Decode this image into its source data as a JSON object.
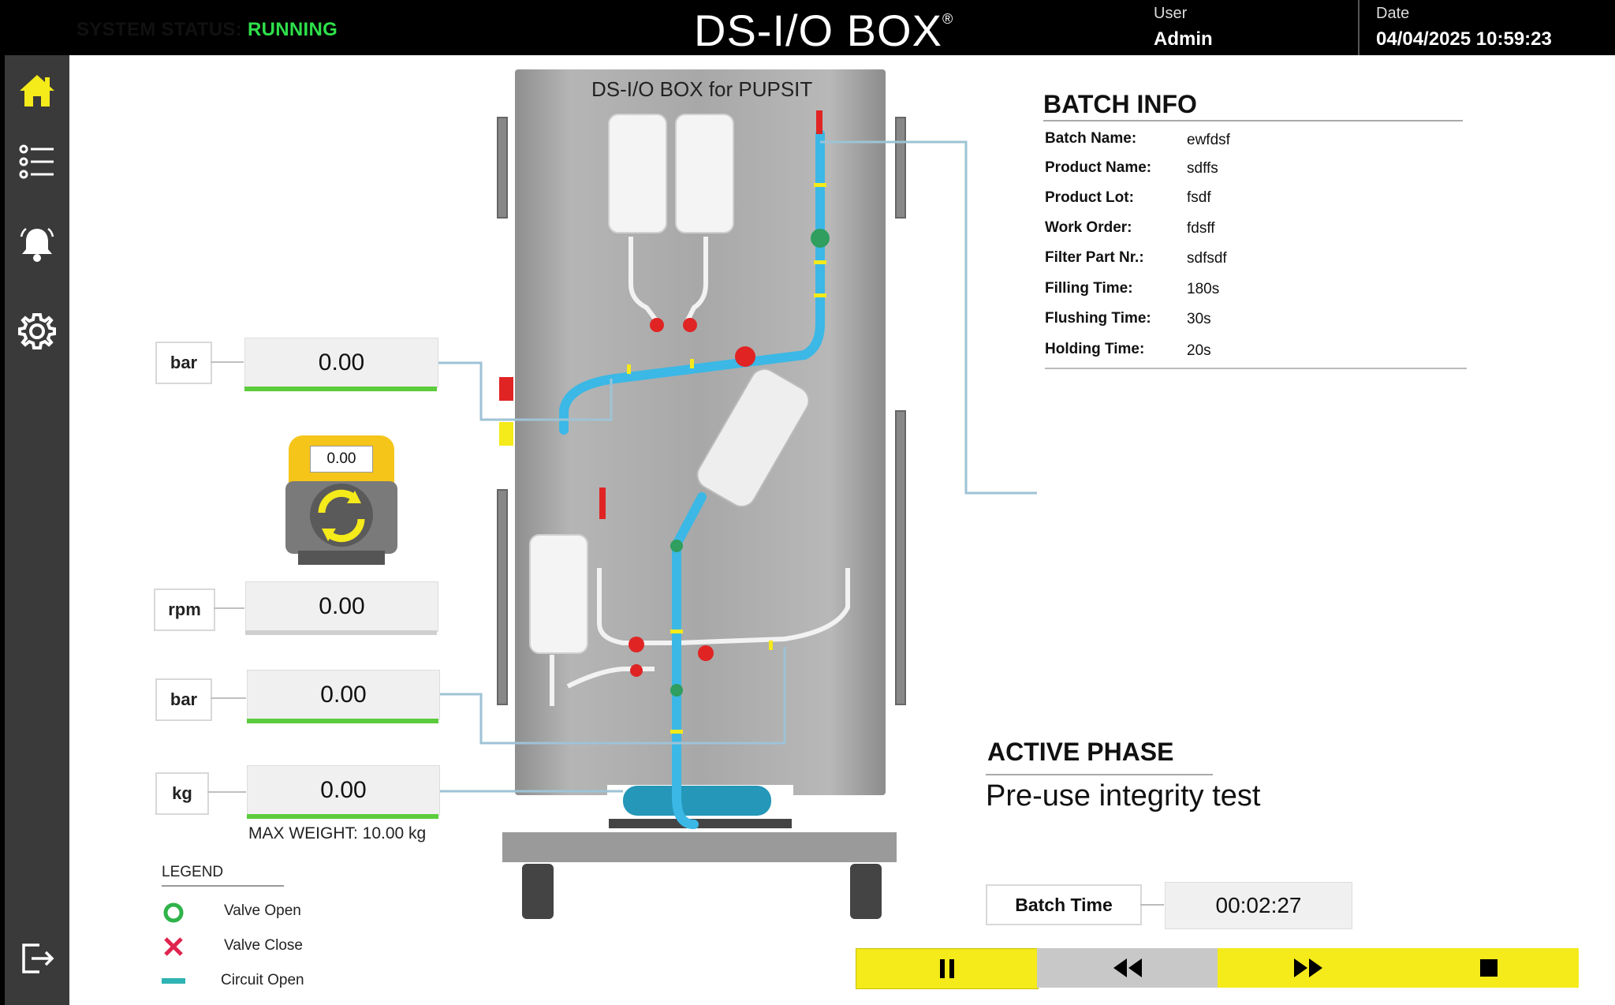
{
  "header": {
    "status_label": "SYSTEM STATUS:",
    "status_value": "RUNNING",
    "app_title": "DS-I/O BOX",
    "app_title_mark": "®",
    "user_label": "User",
    "user_value": "Admin",
    "date_label": "Date",
    "date_value": "04/04/2025 10:59:23"
  },
  "sidebar": {
    "items": [
      {
        "icon": "home-icon"
      },
      {
        "icon": "list-icon"
      },
      {
        "icon": "bell-icon"
      },
      {
        "icon": "gear-icon"
      },
      {
        "icon": "logout-icon"
      }
    ]
  },
  "machine": {
    "label": "DS-I/O BOX  for PUPSIT"
  },
  "gauges": {
    "pressure1": {
      "unit": "bar",
      "value": "0.00"
    },
    "pump": {
      "value": "0.00"
    },
    "speed": {
      "unit": "rpm",
      "value": "0.00"
    },
    "pressure2": {
      "unit": "bar",
      "value": "0.00"
    },
    "weight": {
      "unit": "kg",
      "value": "0.00"
    },
    "max_weight": "MAX WEIGHT:  10.00 kg"
  },
  "legend": {
    "title": "LEGEND",
    "items": [
      {
        "label": "Valve Open"
      },
      {
        "label": "Valve Close"
      },
      {
        "label": "Circuit Open"
      }
    ]
  },
  "batch_info": {
    "title": "BATCH INFO",
    "rows": [
      {
        "label": "Batch Name:",
        "value": "ewfdsf"
      },
      {
        "label": "Product Name:",
        "value": "sdffs"
      },
      {
        "label": "Product Lot:",
        "value": "fsdf"
      },
      {
        "label": "Work Order:",
        "value": "fdsff"
      },
      {
        "label": "Filter Part Nr.:",
        "value": "sdfsdf"
      },
      {
        "label": "Filling Time:",
        "value": "180s"
      },
      {
        "label": "Flushing Time:",
        "value": "30s"
      },
      {
        "label": "Holding Time:",
        "value": "20s"
      }
    ]
  },
  "phase": {
    "title": "ACTIVE PHASE",
    "value": "Pre-use integrity test"
  },
  "batch_time": {
    "label": "Batch Time",
    "value": "00:02:27"
  },
  "colors": {
    "status_running": "#2ee04a",
    "accent_yellow": "#f5ea1a",
    "ok_green": "#5ccc3c",
    "pipe_blue": "#3bb8e6",
    "valve_red": "#e02424"
  }
}
